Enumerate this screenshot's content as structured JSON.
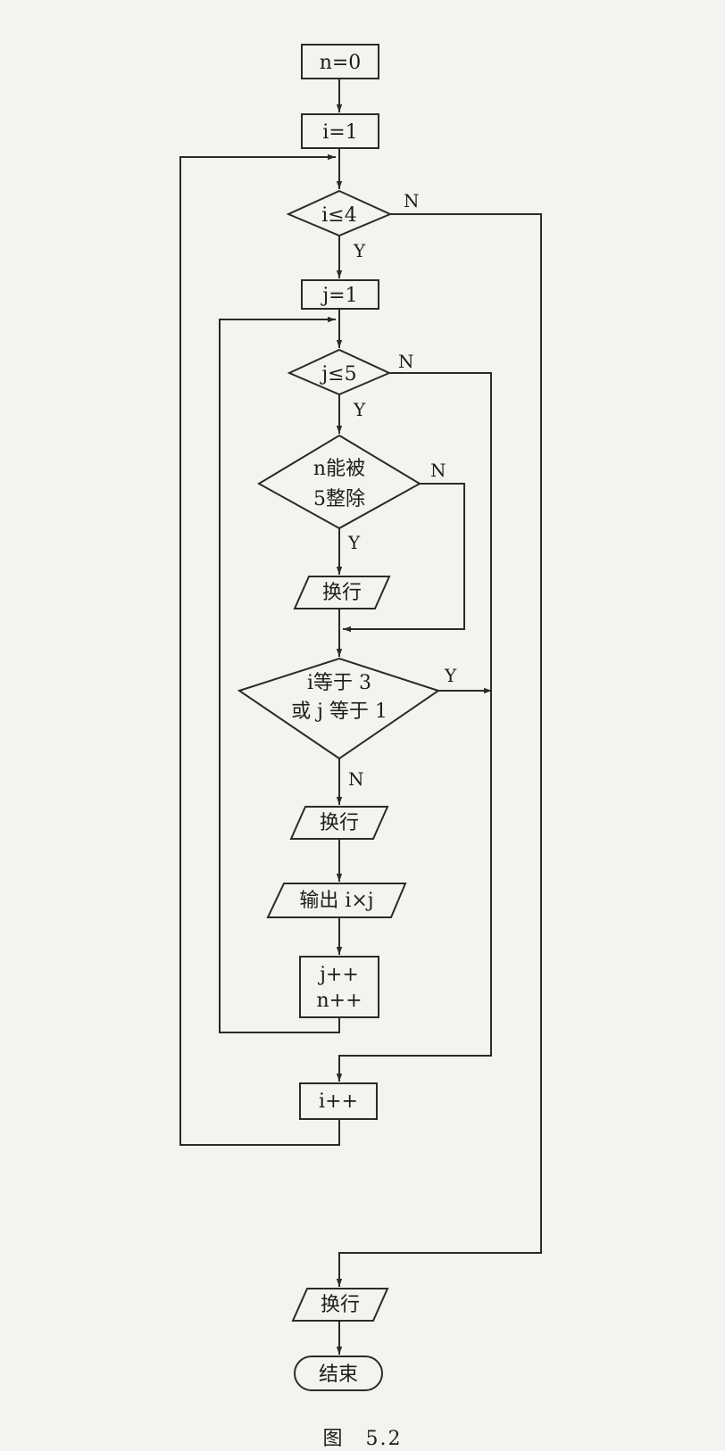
{
  "flowchart": {
    "nodes": {
      "n_init": "n=0",
      "i_init": "i=1",
      "cond_i": "i≤4",
      "j_init": "j=1",
      "cond_j": "j≤5",
      "cond_n_line1": "n能被",
      "cond_n_line2": "5整除",
      "newline_1": "换行",
      "cond_ij_line1": "i等于 3",
      "cond_ij_line2": "或 j 等于 1",
      "newline_2": "换行",
      "output_ij": "输出 i×j",
      "incr_jn_line1": "j++",
      "incr_jn_line2": "n++",
      "incr_i": "i++",
      "newline_3": "换行",
      "end": "结束"
    },
    "branch_labels": {
      "cond_i_no": "N",
      "cond_i_yes": "Y",
      "cond_j_no": "N",
      "cond_j_yes": "Y",
      "cond_n_no": "N",
      "cond_n_yes": "Y",
      "cond_ij_yes": "Y",
      "cond_ij_no": "N"
    }
  },
  "caption": "图　5.2"
}
